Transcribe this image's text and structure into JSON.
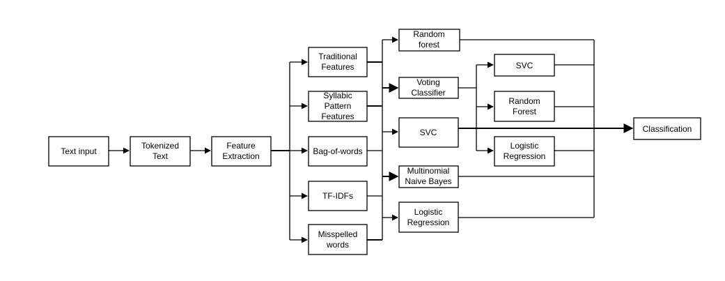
{
  "nodes": {
    "text_input": [
      "Text input"
    ],
    "tokenized_text": [
      "Tokenized",
      "Text"
    ],
    "feature_extraction": [
      "Feature",
      "Extraction"
    ],
    "traditional_features": [
      "Traditional",
      "Features"
    ],
    "syllabic_pattern_features": [
      "Syllabic",
      "Pattern",
      "Features"
    ],
    "bag_of_words": [
      "Bag-of-words"
    ],
    "tf_idfs": [
      "TF-IDFs"
    ],
    "misspelled_words": [
      "Misspelled",
      "words"
    ],
    "random_forest_1": [
      "Random",
      "forest"
    ],
    "voting_classifier": [
      "Voting",
      "Classifier"
    ],
    "svc_1": [
      "SVC"
    ],
    "multinomial_naive_bayes": [
      "Multinomial",
      "Naive Bayes"
    ],
    "logistic_regression_1": [
      "Logistic",
      "Regression"
    ],
    "svc_2": [
      "SVC"
    ],
    "random_forest_2": [
      "Random",
      "Forest"
    ],
    "logistic_regression_2": [
      "Logistic",
      "Regression"
    ],
    "classification": [
      "Classification"
    ]
  },
  "colors": {
    "stroke": "#000000",
    "fill": "#ffffff",
    "text": "#000000"
  }
}
